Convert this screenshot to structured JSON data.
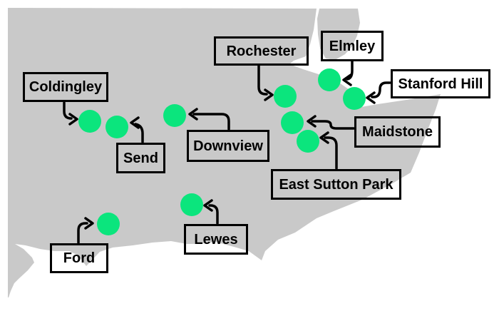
{
  "colors": {
    "land": "#c9c9c9",
    "sea": "#ffffff",
    "dot": "#0be57d",
    "ink": "#000000"
  },
  "locations": [
    {
      "name": "Coldingley"
    },
    {
      "name": "Send"
    },
    {
      "name": "Downview"
    },
    {
      "name": "Rochester"
    },
    {
      "name": "Elmley"
    },
    {
      "name": "Stanford Hill"
    },
    {
      "name": "Maidstone"
    },
    {
      "name": "East Sutton Park"
    },
    {
      "name": "Ford"
    },
    {
      "name": "Lewes"
    }
  ]
}
